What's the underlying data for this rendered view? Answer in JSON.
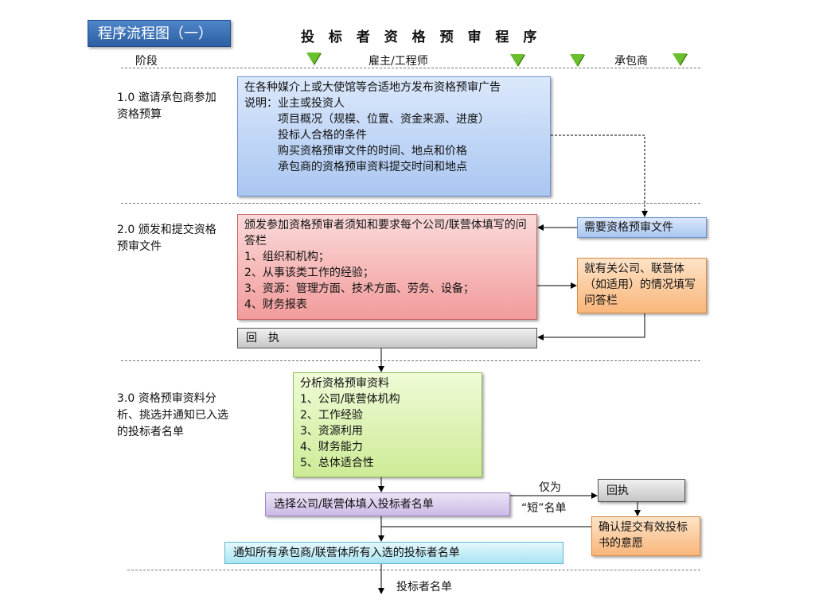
{
  "badge": "程序流程图（一）",
  "title": "投 标 者 资 格 预 审 程 序",
  "headers": {
    "stage": "阶段",
    "employer": "雇主/工程师",
    "contractor": "承包商"
  },
  "stages": [
    "1.0 邀请承包商参加资格预算",
    "2.0 颁发和提交资格预审文件",
    "3.0 资格预审资料分析、挑选并通知已入选的投标者名单"
  ],
  "box_publish": {
    "lines": [
      "在各种媒介上或大使馆等合适地方发布资格预审广告",
      "说明：业主或投资人"
    ],
    "sub": [
      "项目概况（规模、位置、资金来源、进度）",
      "投标人合格的条件",
      "购买资格预审文件的时间、地点和价格",
      "承包商的资格预审资料提交时间和地点"
    ]
  },
  "box_need": "需要资格预审文件",
  "box_issue": [
    "颁发参加资格预审者须知和要求每个公司/联营体填写的问答栏",
    "1、组织和机构；",
    "2、从事该类工作的经验；",
    "3、资源：管理方面、技术方面、劳务、设备；",
    "4、财务报表"
  ],
  "box_fill": "就有关公司、联营体（如适用）的情况填写问答栏",
  "box_receipt1": "回　执",
  "box_analyze": [
    "分析资格预审资料",
    "1、公司/联营体机构",
    "2、工作经验",
    "3、资源利用",
    "4、财务能力",
    "5、总体适合性"
  ],
  "box_select": "选择公司/联营体填入投标者名单",
  "label_only": "仅为",
  "label_short": "“短”名单",
  "box_receipt2": "回执",
  "box_confirm": "确认提交有效投标书的意愿",
  "box_notify": "通知所有承包商/联营体所有入选的投标者名单",
  "label_final": "投标者名单",
  "colors": {
    "triangle": "#6abf2e",
    "badge": "#2c5fa3"
  }
}
